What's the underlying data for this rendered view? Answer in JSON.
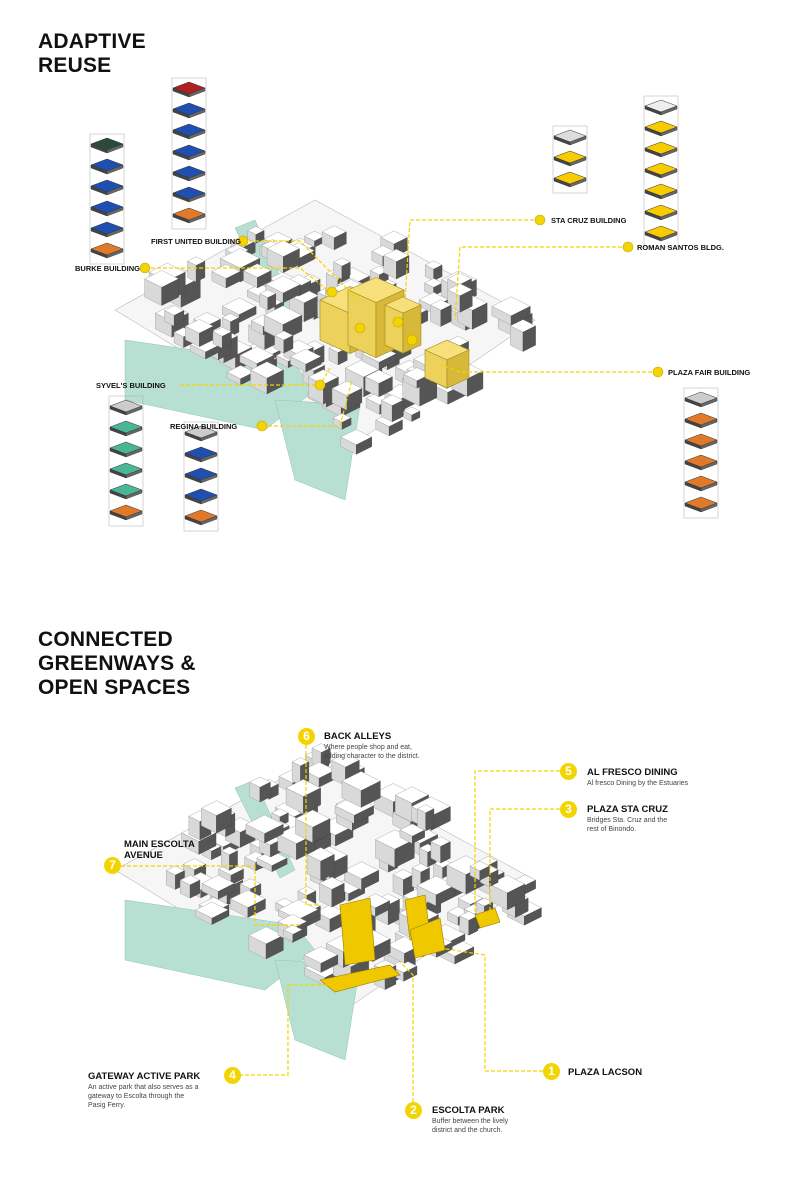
{
  "colors": {
    "accent_yellow": "#f4d400",
    "greenway": "#b8e0d2",
    "blue_floor": "#1f4fb0",
    "orange_floor": "#e07a2a",
    "teal_floor": "#49b796",
    "red_roof": "#b02020"
  },
  "adaptive_reuse": {
    "title_lines": [
      "ADAPTIVE",
      "REUSE"
    ],
    "buildings": {
      "first_united": "FIRST UNITED BUILDING",
      "burke": "BURKE BUILDING",
      "sta_cruz": "STA CRUZ BUILDING",
      "roman_santos": "ROMAN SANTOS BLDG.",
      "syvels": "SYVEL'S BUILDING",
      "regina": "REGINA BUILDING",
      "plaza_fair": "PLAZA FAIR BUILDING"
    }
  },
  "greenways": {
    "title_lines": [
      "CONNECTED",
      "GREENWAYS &",
      "OPEN SPACES"
    ],
    "callouts": {
      "back_alleys": {
        "num": "6",
        "title": "BACK ALLEYS",
        "desc": [
          "Where people shop and eat,",
          "adding character to the district."
        ]
      },
      "al_fresco": {
        "num": "5",
        "title": "AL FRESCO DINING",
        "desc": [
          "Al fresco Dining by the Estuaries"
        ]
      },
      "plaza_sta_cruz": {
        "num": "3",
        "title": "PLAZA STA CRUZ",
        "desc": [
          "Bridges Sta. Cruz and the",
          "rest of Binondo."
        ]
      },
      "main_escolta": {
        "num": "7",
        "title_lines": [
          "MAIN ESCOLTA",
          "AVENUE"
        ]
      },
      "gateway_park": {
        "num": "4",
        "title": "GATEWAY ACTIVE PARK",
        "desc": [
          "An active park that also serves as a",
          "gateway to Escolta through the",
          "Pasig Ferry."
        ]
      },
      "plaza_lacson": {
        "num": "1",
        "title": "PLAZA LACSON"
      },
      "escolta_park": {
        "num": "2",
        "title": "ESCOLTA PARK",
        "desc": [
          "Buffer between the lively",
          "district and the church."
        ]
      }
    }
  }
}
